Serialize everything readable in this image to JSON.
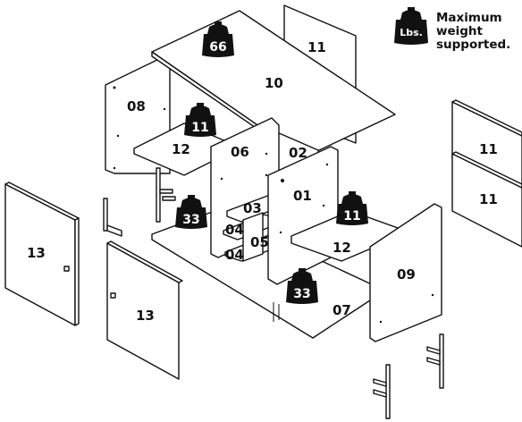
{
  "legend": {
    "lbs_label": "Lbs.",
    "line1": "Maximum",
    "line2": "weight",
    "line3": "supported."
  },
  "parts": {
    "p01": "01",
    "p02": "02",
    "p03": "03",
    "p04a": "04",
    "p04b": "04",
    "p05": "05",
    "p06": "06",
    "p07": "07",
    "p08": "08",
    "p09": "09",
    "p10": "10",
    "p11_top": "11",
    "p11_right_a": "11",
    "p11_right_b": "11",
    "p12_left": "12",
    "p12_right": "12",
    "p13_left": "13",
    "p13_mid": "13"
  },
  "weights": {
    "top": "66",
    "left_shelf": "11",
    "right_shelf": "11",
    "bottom_left": "33",
    "bottom": "33"
  },
  "colors": {
    "line": "#111111",
    "weight_fill": "#111111",
    "panel_fill": "#ffffff"
  }
}
